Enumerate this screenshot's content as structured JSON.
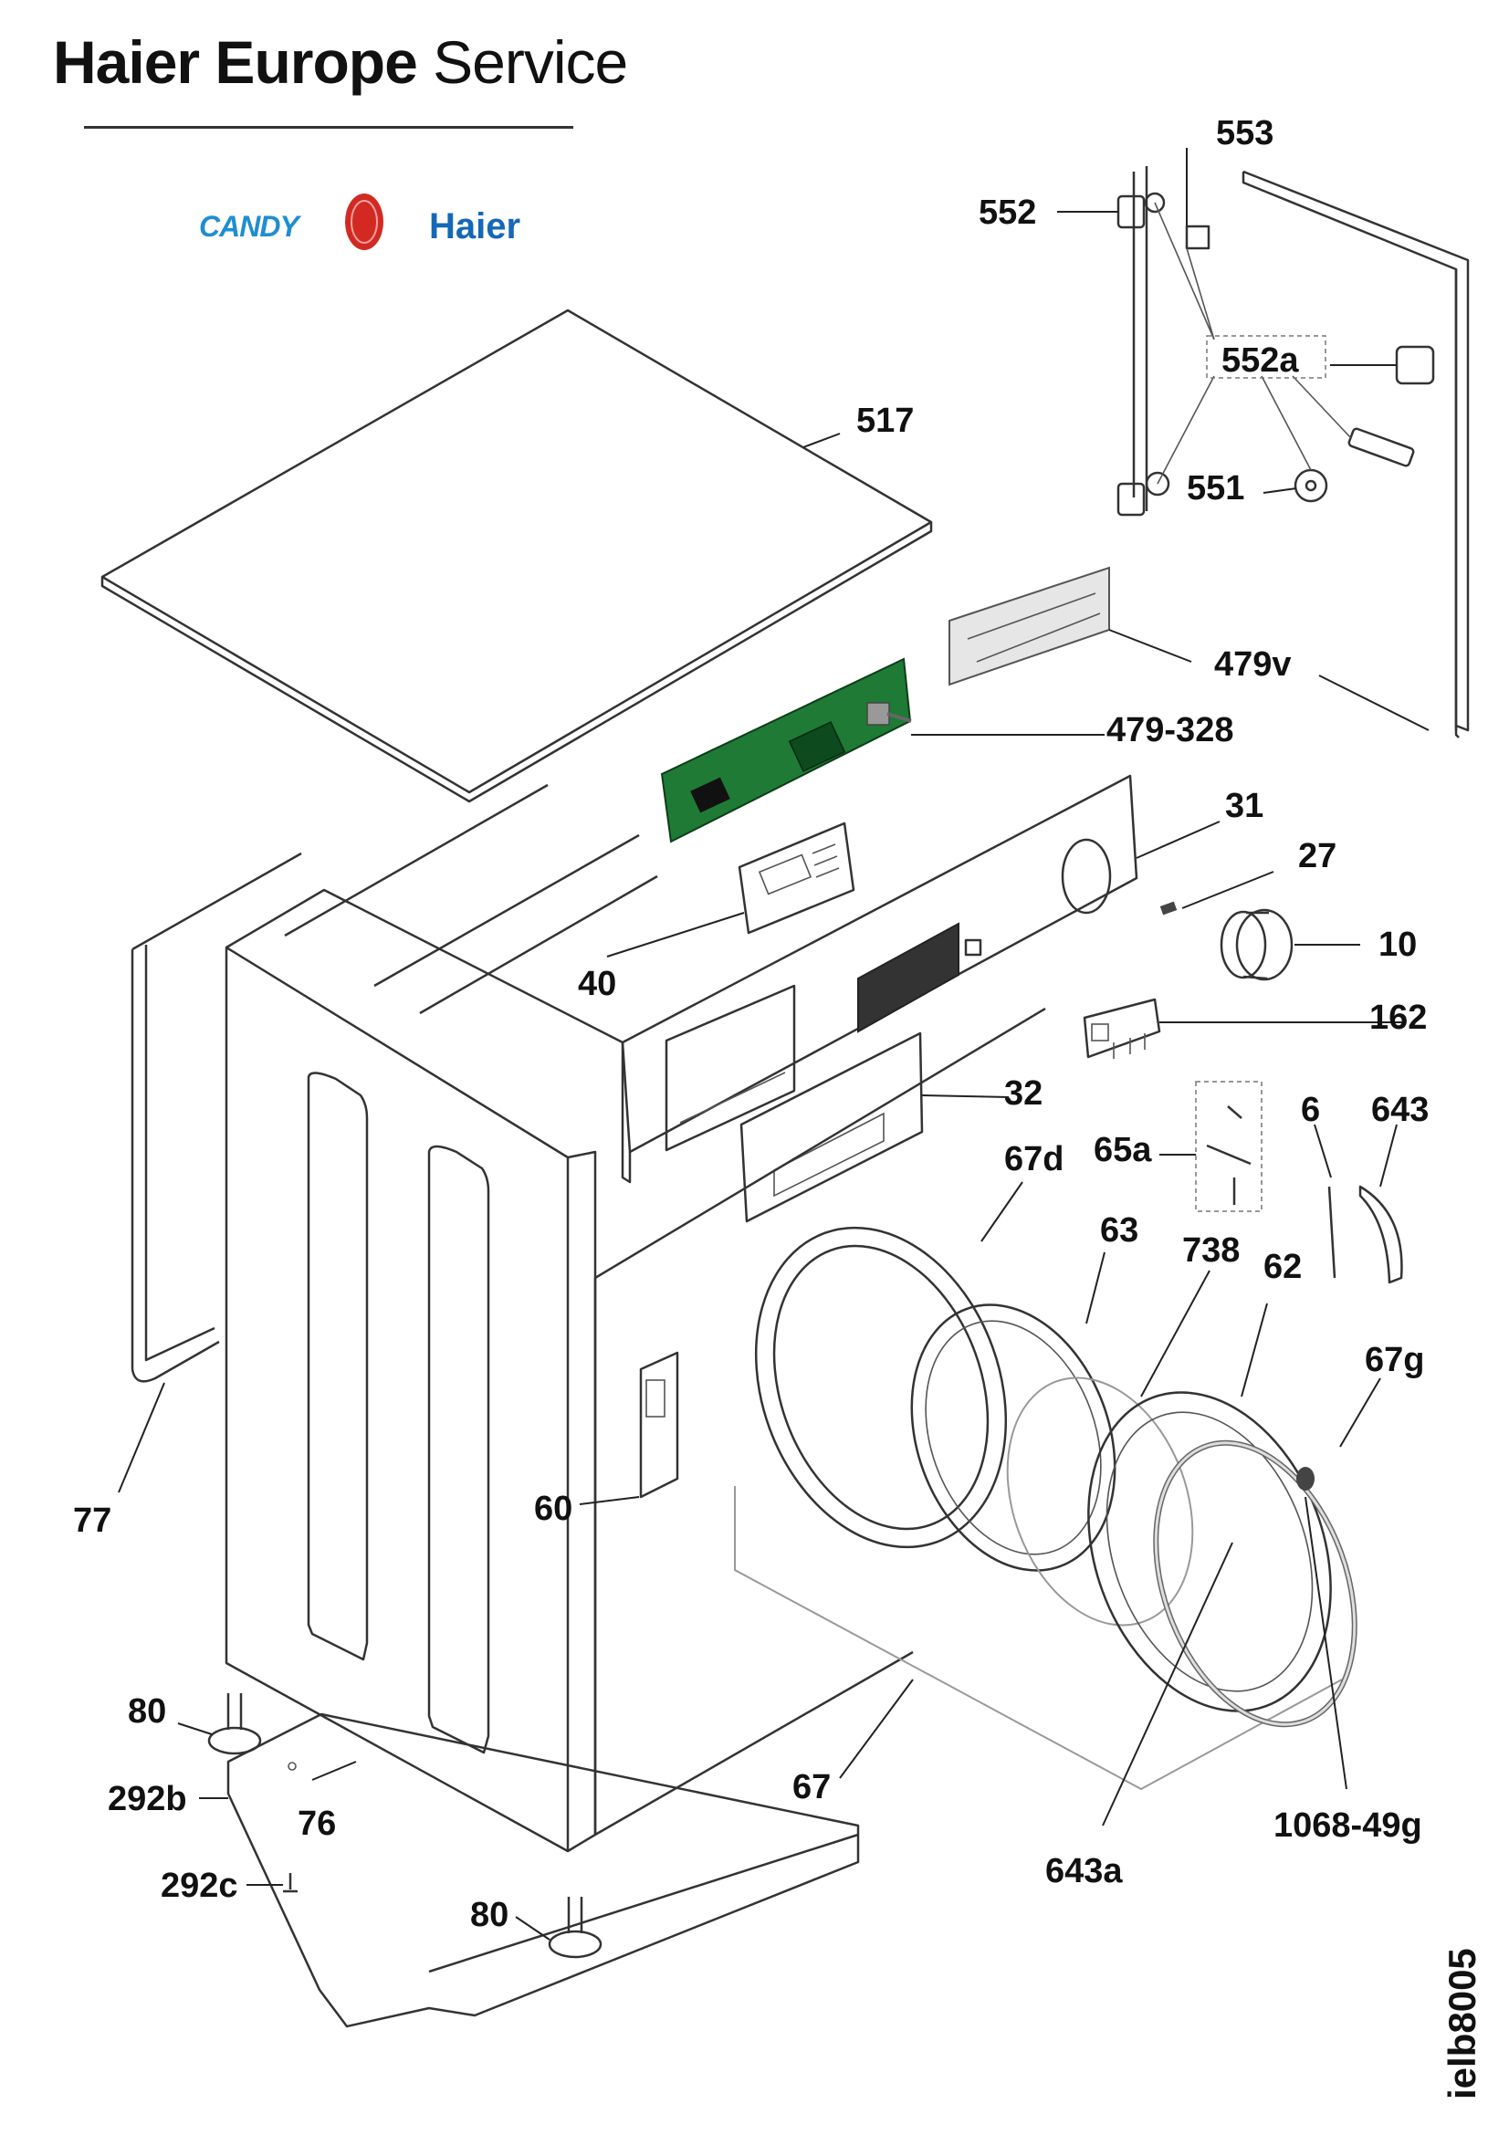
{
  "header": {
    "brand_bold": "Haier Europe",
    "brand_light": "Service",
    "logo_candy": "CANDY",
    "logo_haier": "Haier"
  },
  "diagram_code": "ielb8005",
  "colors": {
    "pcb_green": "#1e7a35",
    "candy_blue": "#1f8ed0",
    "hoover_red": "#d22a22",
    "haier_blue": "#1468b8"
  },
  "labels": [
    {
      "id": "553",
      "text": "553"
    },
    {
      "id": "552",
      "text": "552"
    },
    {
      "id": "552a",
      "text": "552a"
    },
    {
      "id": "551",
      "text": "551"
    },
    {
      "id": "517",
      "text": "517"
    },
    {
      "id": "479v",
      "text": "479v"
    },
    {
      "id": "479-328",
      "text": "479-328"
    },
    {
      "id": "31",
      "text": "31"
    },
    {
      "id": "27",
      "text": "27"
    },
    {
      "id": "10",
      "text": "10"
    },
    {
      "id": "40",
      "text": "40"
    },
    {
      "id": "162",
      "text": "162"
    },
    {
      "id": "32",
      "text": "32"
    },
    {
      "id": "6",
      "text": "6"
    },
    {
      "id": "643",
      "text": "643"
    },
    {
      "id": "67d",
      "text": "67d"
    },
    {
      "id": "65a",
      "text": "65a"
    },
    {
      "id": "63",
      "text": "63"
    },
    {
      "id": "738",
      "text": "738"
    },
    {
      "id": "62",
      "text": "62"
    },
    {
      "id": "67g",
      "text": "67g"
    },
    {
      "id": "60",
      "text": "60"
    },
    {
      "id": "77",
      "text": "77"
    },
    {
      "id": "80a",
      "text": "80"
    },
    {
      "id": "292b",
      "text": "292b"
    },
    {
      "id": "76",
      "text": "76"
    },
    {
      "id": "67",
      "text": "67"
    },
    {
      "id": "1068-49g",
      "text": "1068-49g"
    },
    {
      "id": "643a",
      "text": "643a"
    },
    {
      "id": "292c",
      "text": "292c"
    },
    {
      "id": "80b",
      "text": "80"
    }
  ]
}
